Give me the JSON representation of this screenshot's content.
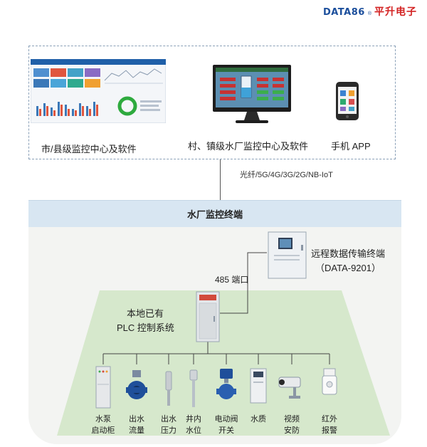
{
  "brand": {
    "name_en": "DATA86",
    "registered": "®",
    "name_cn": "平升电子"
  },
  "monitoring": {
    "county_center": "市/县级监控中心及软件",
    "village_center": "村、镇级水厂监控中心及软件",
    "mobile_app": "手机 APP"
  },
  "link": {
    "channels": "光纤/5G/4G/3G/2G/NB-IoT"
  },
  "terminal": {
    "title": "水厂监控终端"
  },
  "rtu": {
    "name": "远程数据传输终端",
    "model": "（DATA-9201）"
  },
  "port": {
    "label": "485 端口"
  },
  "plc": {
    "line1": "本地已有",
    "line2": "PLC 控制系统"
  },
  "devices": [
    {
      "line1": "水泵",
      "line2": "启动柜"
    },
    {
      "line1": "出水",
      "line2": "流量"
    },
    {
      "line1": "出水",
      "line2": "压力"
    },
    {
      "line1": "井内",
      "line2": "水位"
    },
    {
      "line1": "电动阀",
      "line2": "开关"
    },
    {
      "line1": "水质",
      "line2": ""
    },
    {
      "line1": "视频",
      "line2": "安防"
    },
    {
      "line1": "红外",
      "line2": "报警"
    }
  ],
  "colors": {
    "brand_blue": "#1c4f9c",
    "brand_red": "#d32222",
    "field_green": "#d6e8cc",
    "terminal_blue": "#d8e6f2"
  }
}
